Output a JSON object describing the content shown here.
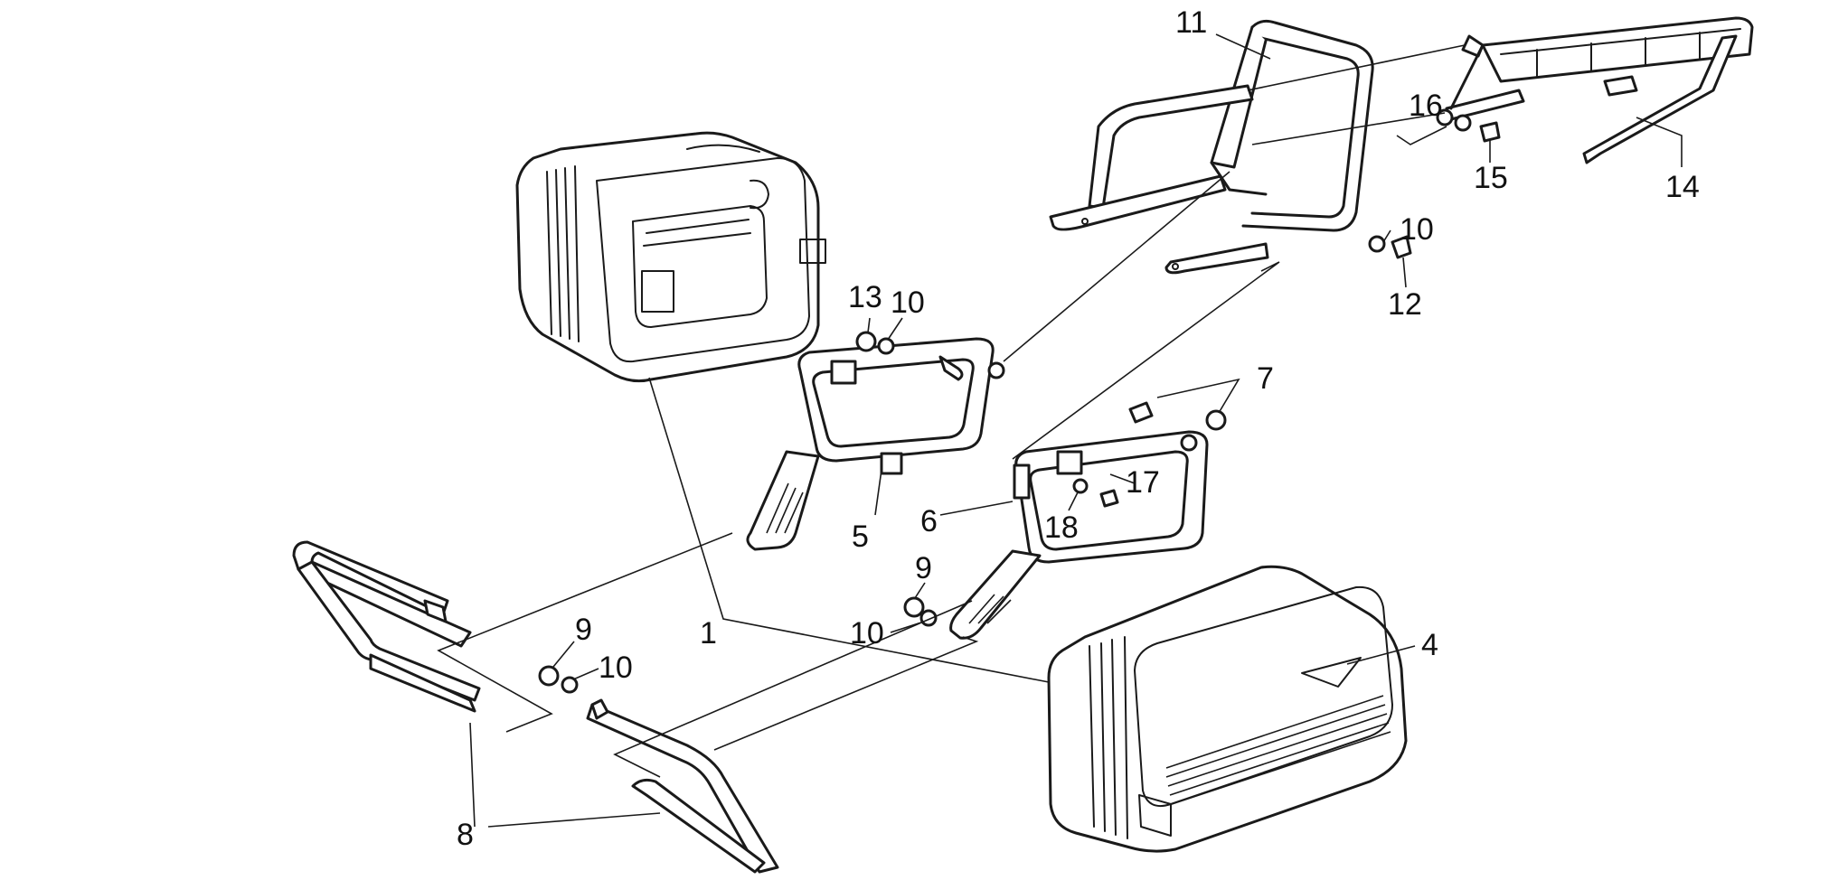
{
  "diagram": {
    "type": "exploded-parts-diagram",
    "colors": {
      "line": "#1a1a1a",
      "background": "#ffffff"
    },
    "callouts": [
      {
        "id": "c1",
        "label": "1"
      },
      {
        "id": "c4",
        "label": "4"
      },
      {
        "id": "c5",
        "label": "5"
      },
      {
        "id": "c6",
        "label": "6"
      },
      {
        "id": "c7",
        "label": "7"
      },
      {
        "id": "c8",
        "label": "8"
      },
      {
        "id": "c9a",
        "label": "9"
      },
      {
        "id": "c9b",
        "label": "9"
      },
      {
        "id": "c10a",
        "label": "10"
      },
      {
        "id": "c10b",
        "label": "10"
      },
      {
        "id": "c10c",
        "label": "10"
      },
      {
        "id": "c10d",
        "label": "10"
      },
      {
        "id": "c11",
        "label": "11"
      },
      {
        "id": "c12",
        "label": "12"
      },
      {
        "id": "c13",
        "label": "13"
      },
      {
        "id": "c14",
        "label": "14"
      },
      {
        "id": "c15",
        "label": "15"
      },
      {
        "id": "c16",
        "label": "16"
      },
      {
        "id": "c17",
        "label": "17"
      },
      {
        "id": "c18",
        "label": "18"
      }
    ]
  }
}
